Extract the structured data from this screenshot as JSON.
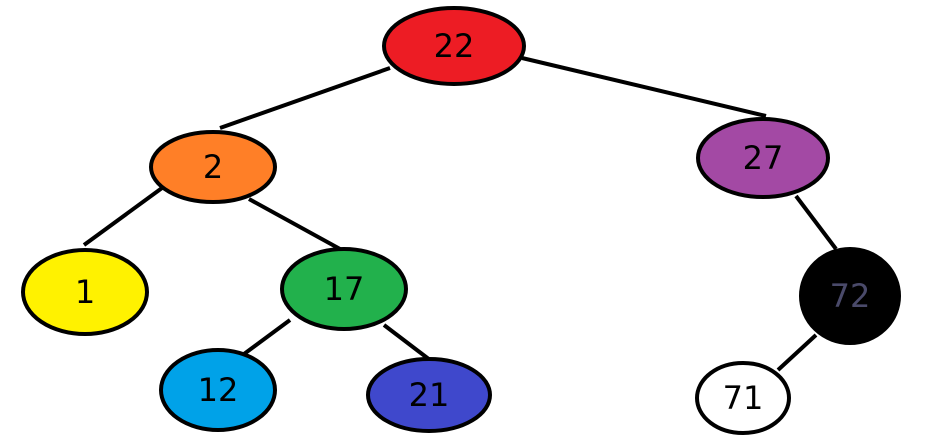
{
  "tree": {
    "nodes": [
      {
        "id": "n22",
        "label": "22",
        "fill": "#ed1c24",
        "text_color": "#000000"
      },
      {
        "id": "n2",
        "label": "2",
        "fill": "#ff7f27",
        "text_color": "#000000"
      },
      {
        "id": "n27",
        "label": "27",
        "fill": "#a349a4",
        "text_color": "#000000"
      },
      {
        "id": "n1",
        "label": "1",
        "fill": "#fff200",
        "text_color": "#000000"
      },
      {
        "id": "n17",
        "label": "17",
        "fill": "#22b14c",
        "text_color": "#000000"
      },
      {
        "id": "n72",
        "label": "72",
        "fill": "#000000",
        "text_color": "#4a4a6a"
      },
      {
        "id": "n12",
        "label": "12",
        "fill": "#00a2e8",
        "text_color": "#000000"
      },
      {
        "id": "n21",
        "label": "21",
        "fill": "#3f48cc",
        "text_color": "#000000"
      },
      {
        "id": "n71",
        "label": "71",
        "fill": "#ffffff",
        "text_color": "#000000"
      }
    ],
    "edges": [
      {
        "from": "n22",
        "to": "n2"
      },
      {
        "from": "n22",
        "to": "n27"
      },
      {
        "from": "n2",
        "to": "n1"
      },
      {
        "from": "n2",
        "to": "n17"
      },
      {
        "from": "n17",
        "to": "n12"
      },
      {
        "from": "n17",
        "to": "n21"
      },
      {
        "from": "n27",
        "to": "n72"
      },
      {
        "from": "n72",
        "to": "n71"
      }
    ]
  }
}
